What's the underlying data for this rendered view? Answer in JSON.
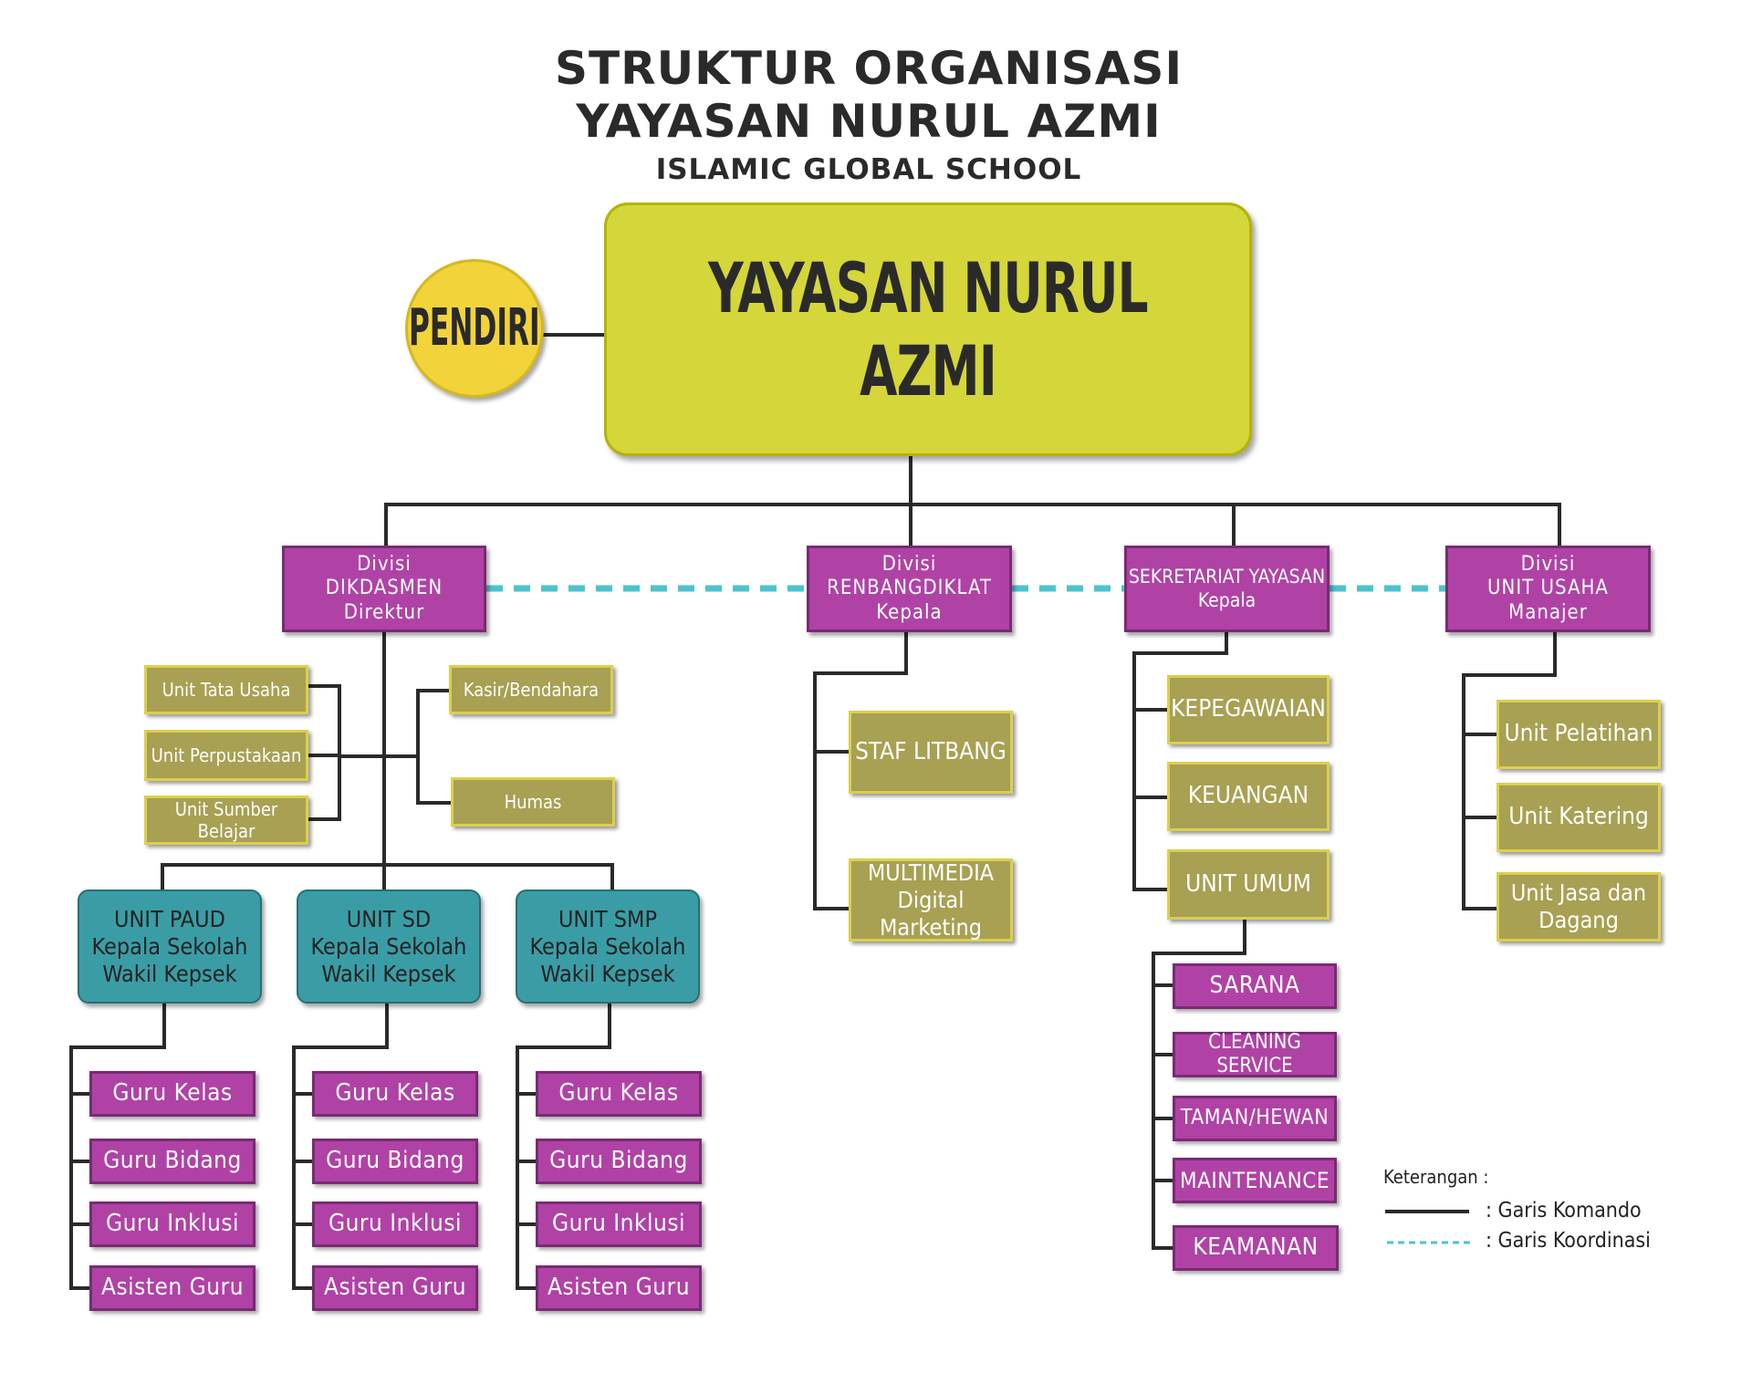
{
  "title": {
    "line1": "STRUKTUR ORGANISASI",
    "line2": "YAYASAN NURUL AZMI",
    "line3": "ISLAMIC GLOBAL SCHOOL"
  },
  "colors": {
    "main": "#d4d63a",
    "founder": "#f2d43a",
    "division": "#b042a6",
    "unit": "#a8a052",
    "school": "#3a9da6",
    "command_line": "#2a2a2a",
    "coordination_line": "#4cc3cc"
  },
  "main_box": {
    "label": "YAYASAN NURUL AZMI"
  },
  "founder": {
    "label": "PENDIRI"
  },
  "divisions": {
    "dikdasmen": {
      "line1": "Divisi",
      "line2": "DIKDASMEN",
      "line3": "Direktur"
    },
    "renbangdiklat": {
      "line1": "Divisi",
      "line2": "RENBANGDIKLAT",
      "line3": "Kepala"
    },
    "sekretariat": {
      "line1": "SEKRETARIAT YAYASAN",
      "line2": "Kepala"
    },
    "unit_usaha": {
      "line1": "Divisi",
      "line2": "UNIT USAHA",
      "line3": "Manajer"
    }
  },
  "dikdasmen_units": {
    "tata_usaha": "Unit Tata Usaha",
    "perpustakaan": "Unit Perpustakaan",
    "sumber_belajar": "Unit Sumber Belajar",
    "kasir": "Kasir/Bendahara",
    "humas": "Humas"
  },
  "schools": [
    {
      "line1": "UNIT PAUD",
      "line2": "Kepala Sekolah",
      "line3": "Wakil Kepsek"
    },
    {
      "line1": "UNIT SD",
      "line2": "Kepala Sekolah",
      "line3": "Wakil Kepsek"
    },
    {
      "line1": "UNIT SMP",
      "line2": "Kepala Sekolah",
      "line3": "Wakil Kepsek"
    }
  ],
  "staff": [
    "Guru Kelas",
    "Guru Bidang",
    "Guru Inklusi",
    "Asisten Guru"
  ],
  "renbangdiklat_units": {
    "staf_litbang": "STAF LITBANG",
    "multimedia_line1": "MULTIMEDIA",
    "multimedia_line2": "Digital Marketing"
  },
  "sekretariat_units": [
    "KEPEGAWAIAN",
    "KEUANGAN",
    "UNIT UMUM"
  ],
  "unit_umum_subunits": [
    "SARANA",
    "CLEANING SERVICE",
    "TAMAN/HEWAN",
    "MAINTENANCE",
    "KEAMANAN"
  ],
  "unit_usaha_units": {
    "pelatihan": "Unit Pelatihan",
    "katering": "Unit Katering",
    "jasa_line1": "Unit Jasa dan",
    "jasa_line2": "Dagang"
  },
  "legend": {
    "title": "Keterangan :",
    "command": ":   Garis  Komando",
    "coordination": ":  Garis Koordinasi"
  }
}
